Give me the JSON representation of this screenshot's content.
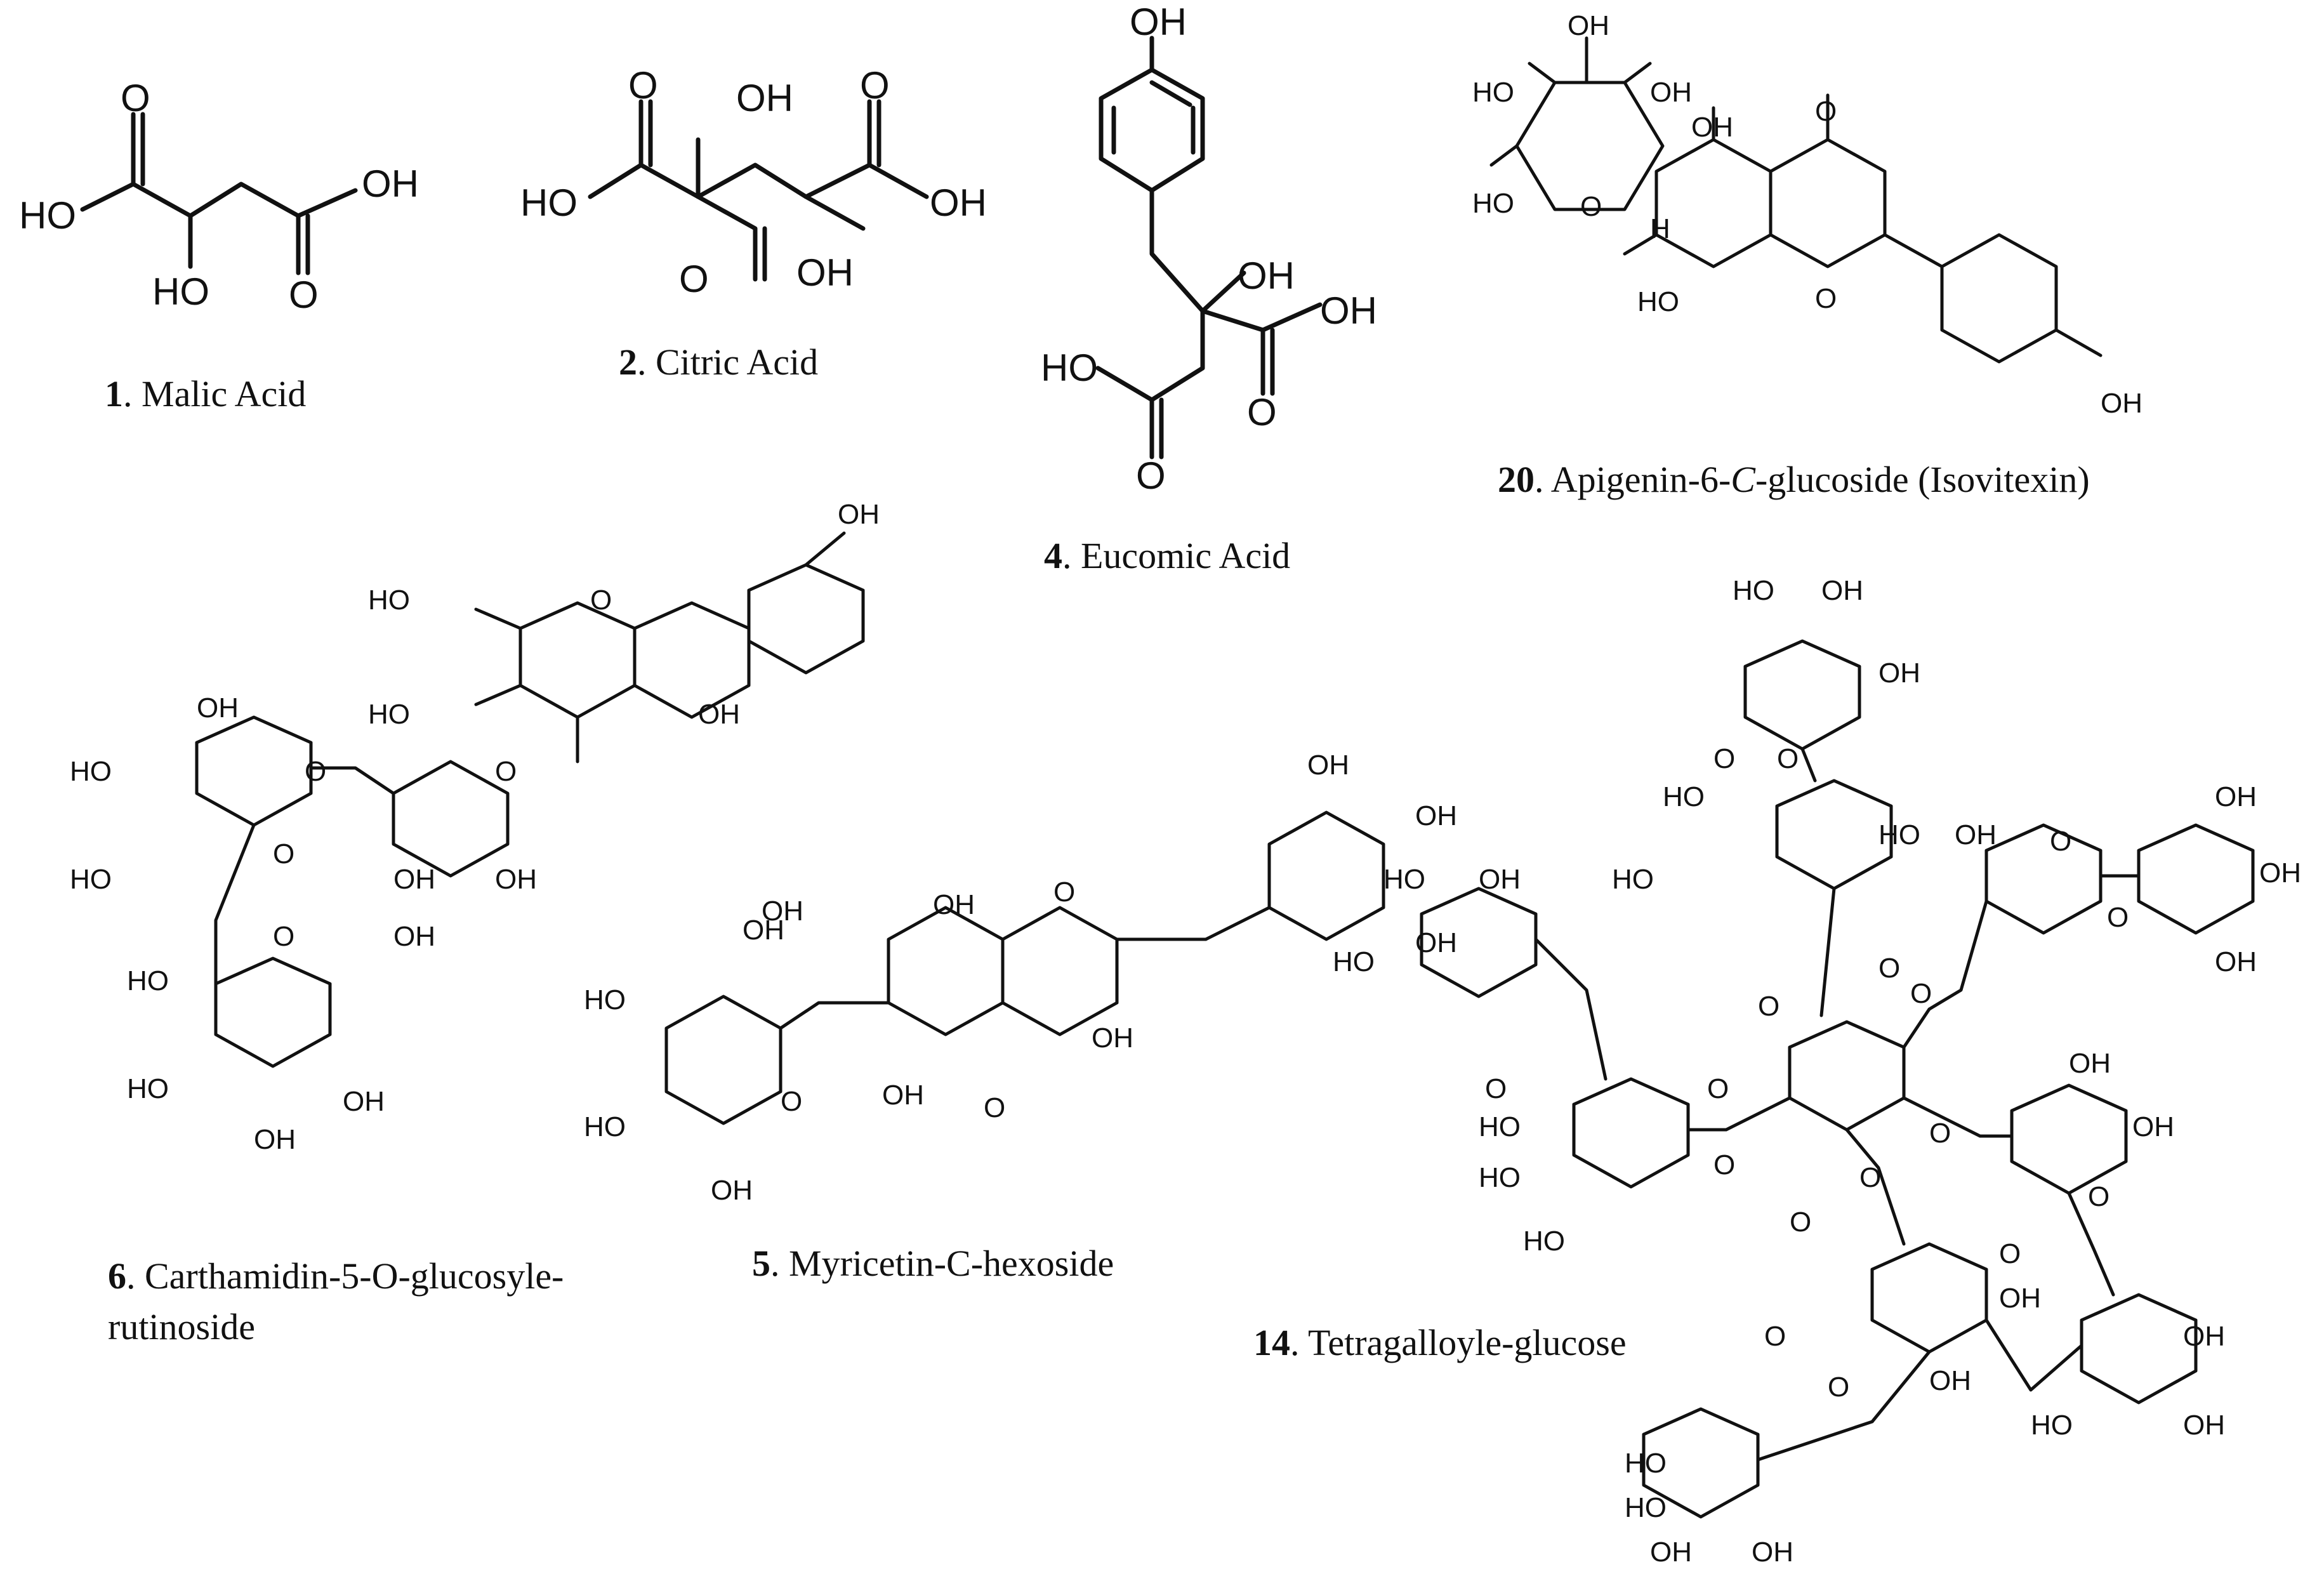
{
  "compounds": [
    {
      "number": "1",
      "name": ". Malic Acid"
    },
    {
      "number": "2",
      "name": ". Citric Acid"
    },
    {
      "number": "4",
      "name": ". Eucomic Acid"
    },
    {
      "number": "20",
      "name": ". Apigenin-6-",
      "name_italic": "C",
      "name_rest": "-glucoside (Isovitexin)"
    },
    {
      "number": "6",
      "name": ". Carthamidin-5-O-glucosyle-",
      "name_line2": "rutinoside"
    },
    {
      "number": "5",
      "name": ". Myricetin-C-hexoside"
    },
    {
      "number": "14",
      "name": ". Tetragalloyle-glucose"
    }
  ],
  "atoms": {
    "hydroxyl": "OH",
    "hydroxyl_left": "HO",
    "oxygen": "O",
    "hydrogen": "H"
  }
}
